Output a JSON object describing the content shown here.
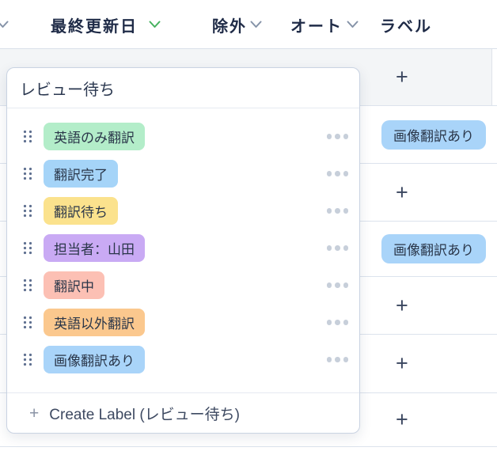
{
  "header": {
    "columns": [
      {
        "label": "最終更新日",
        "sorted": true
      },
      {
        "label": "除外",
        "sorted": false
      },
      {
        "label": "オート",
        "sorted": false
      },
      {
        "label": "ラベル",
        "sorted": false
      }
    ]
  },
  "colors": {
    "sort_active": "#45b15e",
    "sort_inactive": "#8593a8",
    "chip_text": "#2a3649",
    "row_highlight": "#f3f5f7"
  },
  "label_popover": {
    "input_value": "レビュー待ち",
    "labels": [
      {
        "text": "英語のみ翻訳",
        "bg": "#b3edc9"
      },
      {
        "text": "翻訳完了",
        "bg": "#a5d4f8"
      },
      {
        "text": "翻訳待ち",
        "bg": "#fbe28d"
      },
      {
        "text": "担当者：山田",
        "bg": "#c9aaf4"
      },
      {
        "text": "翻訳中",
        "bg": "#fcc0b4"
      },
      {
        "text": "英語以外翻訳",
        "bg": "#fbc88e"
      },
      {
        "text": "画像翻訳あり",
        "bg": "#a9d4f9"
      }
    ],
    "create_label": {
      "plus": "+",
      "text": "Create Label (レビュー待ち)"
    }
  },
  "label_column": {
    "rows": [
      {
        "type": "add",
        "text": "+"
      },
      {
        "type": "chip",
        "text": "画像翻訳あり",
        "bg": "#a9d4f9"
      },
      {
        "type": "add",
        "text": "+"
      },
      {
        "type": "chip",
        "text": "画像翻訳あり",
        "bg": "#a9d4f9"
      },
      {
        "type": "add",
        "text": "+"
      },
      {
        "type": "add",
        "text": "+"
      },
      {
        "type": "add",
        "text": "+"
      }
    ]
  }
}
